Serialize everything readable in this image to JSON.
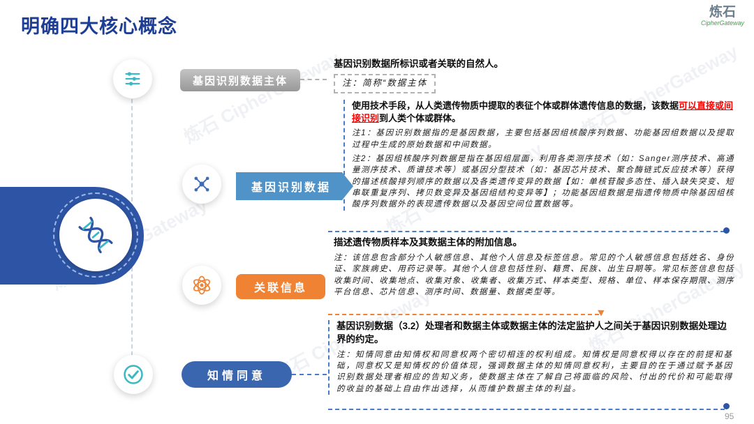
{
  "slide": {
    "title": "明确四大核心概念",
    "page_number": "95",
    "watermark": "炼石 CipherGateway",
    "logo": {
      "name": "炼石",
      "subtitle": "CipherGateway"
    }
  },
  "colors": {
    "title_blue": "#1d3e94",
    "shape_blue": "#2e55a5",
    "teal": "#3bb8c3",
    "orange": "#f08233",
    "pill_blue": "#4f93c9",
    "deep_blue": "#3a66b0",
    "gray_pill": "#a8a8a8",
    "highlight_red": "#ff0000"
  },
  "concepts": [
    {
      "label": "基因识别数据主体",
      "icon": "list-icon",
      "definition": "基因识别数据所标识或者关联的自然人。",
      "note": "注：简称“数据主体"
    },
    {
      "label": "基因识别数据",
      "icon": "network-icon",
      "definition_prefix": "使用技术手段，从人类遗传物质中提取的表征个体或群体遗传信息的数据，该数据",
      "definition_highlight": "可以直接或间接识别",
      "definition_suffix": "到人类个体或群体。",
      "notes": [
        "注1：基因识别数据指的是基因数据，主要包括基因组核酸序列数据、功能基因组数据以及提取过程中生成的原始数据和中间数据。",
        "注2：基因组核酸序列数据是指在基因组层面，利用各类测序技术（如：Sanger测序技术、高通量测序技术、质谱技术等）或基因分型技术（如：基因芯片技术、聚合酶链式反应技术等）获得的描述核酸排列顺序的数据以及各类遗传变异的数据【如：单核苷酸多态性、插入缺失突变、短串联重复序列、拷贝数变异及基因组结构变异等】；功能基因组数据是指遗传物质中除基因组核酸序列数据外的表现遗传数据以及基因空间位置数据等。"
      ]
    },
    {
      "label": "关联信息",
      "icon": "atom-icon",
      "definition": "描述遗传物质样本及其数据主体的附加信息。",
      "note": "注：该信息包含部分个人敏感信息、其他个人信息及标签信息。常见的个人敏感信息包括姓名、身份证、家族病史、用药记录等。其他个人信息包括性别、籍贯、民族、出生日期等。常见标签信息包括收集时间、收集地点、收集对象、收集者、收集方式、样本类型、规格、单位、样本保存期限、测序平台信息、芯片信息、测序时间、数据量、数据类型等。"
    },
    {
      "label": "知情同意",
      "icon": "check-icon",
      "definition": "基因识别数据（3.2）处理者和数据主体或数据主体的法定监护人之间关于基因识别数据处理边界的约定。",
      "note": "注：知情同意由知情权和同意权两个密切相连的权利组成。知情权是同意权得以存在的前提和基础，同意权又是知情权的价值体现，强调数据主体的知情同意权利，主要目的在于通过赋予基因识别数据处理者相应的告知义务，使数据主体在了解自己将面临的风险、付出的代价和可能取得的收益的基础上自由作出选择，从而维护数据主体的利益。"
    }
  ]
}
